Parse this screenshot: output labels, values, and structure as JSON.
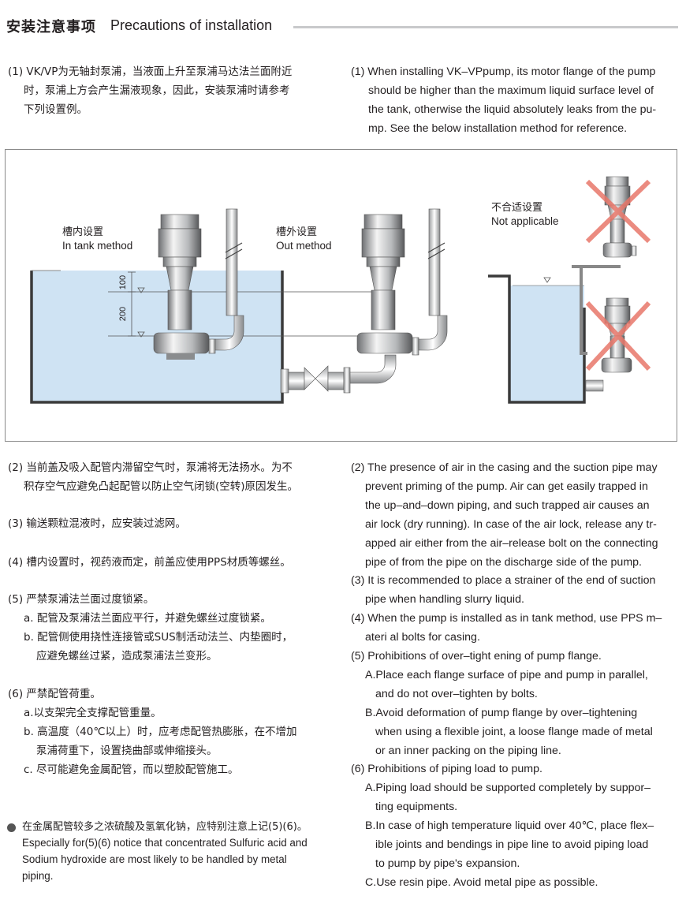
{
  "header": {
    "title_zh": "安装注意事项",
    "title_en": "Precautions of installation"
  },
  "intro": {
    "zh": [
      "(1) VK/VP为无轴封泵浦，当液面上升至泵浦马达法兰面附近",
      "时，泵浦上方会产生漏液现象，因此，安装泵浦时请参考",
      "下列设置例。"
    ],
    "en": [
      "(1) When installing VK–VPpump, its motor flange of the pump",
      "should be higher than the maximum liquid surface level of",
      "the tank, otherwise the liquid absolutely leaks from the pu-",
      "mp. See the below installation method for reference."
    ]
  },
  "diagram": {
    "in_tank_zh": "槽内设置",
    "in_tank_en": "In tank method",
    "out_tank_zh": "槽外设置",
    "out_tank_en": "Out method",
    "not_applicable_zh": "不合适设置",
    "not_applicable_en": "Not applicable",
    "dim_100": "100",
    "dim_200": "200",
    "colors": {
      "liquid": "#cfe3f3",
      "x_mark": "#e8776a",
      "tank_wall": "#3a3a3a"
    }
  },
  "left_notes": [
    "(2) 当前盖及吸入配管内滞留空气时，泵浦将无法扬水。为不",
    "积存空气应避免凸起配管以防止空气闭锁(空转)原因发生。",
    "(3) 输送颗粒混液时，应安装过滤网。",
    "(4) 槽内设置时，视药液而定，前盖应使用PPS材质等螺丝。",
    "(5) 严禁泵浦法兰面过度锁紧。",
    "a. 配管及泵浦法兰面应平行，并避免螺丝过度锁紧。",
    "b. 配管侧使用挠性连接管或SUS制活动法兰、内垫圈时，",
    "应避免螺丝过紧，造成泵浦法兰变形。",
    "(6) 严禁配管荷重。",
    "a.以支架完全支撑配管重量。",
    "b. 高温度（40℃以上）时，应考虑配管热膨胀，在不增加",
    "泵浦荷重下，设置挠曲部或伸缩接头。",
    "c. 尽可能避免金属配管，而以塑胶配管施工。"
  ],
  "footnote": {
    "zh": "在金属配管较多之浓硫酸及氢氧化钠，应特别注意上记(5)(6)。",
    "en": [
      "Especially for(5)(6) notice that concentrated Sulfuric acid and",
      "Sodium hydroxide are most likely to be handled by metal",
      "piping."
    ]
  },
  "right_notes": [
    "(2) The presence of air in the casing and the suction pipe may",
    "prevent  priming of the pump. Air can get easily trapped in",
    "the up–and–down  piping, and such trapped air causes an",
    "air lock (dry running). In case of the air lock, release any tr-",
    "apped air either from the air–release bolt on the connecting",
    "pipe of from the pipe on the discharge side of the pump.",
    "(3) It is recommended to place a strainer of the end of suction",
    "pipe when handling slurry liquid.",
    "(4) When the pump is installed as in tank method, use PPS m–",
    "ateri al bolts for casing.",
    "(5) Prohibitions of over–tight ening of pump flange.",
    "A.Place each flange surface of pipe and pump in parallel,",
    "and do not over–tighten by bolts.",
    "B.Avoid deformation of pump flange by over–tightening",
    "when using a flexible joint, a loose flange made of metal",
    "or an inner packing on the piping line.",
    "(6) Prohibitions of piping load to pump.",
    "A.Piping load should be supported completely by suppor–",
    "ting equipments.",
    "B.In case of high temperature liquid over 40℃, place flex–",
    "ible joints and bendings in pipe line to avoid piping load",
    "to pump by pipe's expansion.",
    "C.Use resin pipe. Avoid metal pipe as possible."
  ]
}
